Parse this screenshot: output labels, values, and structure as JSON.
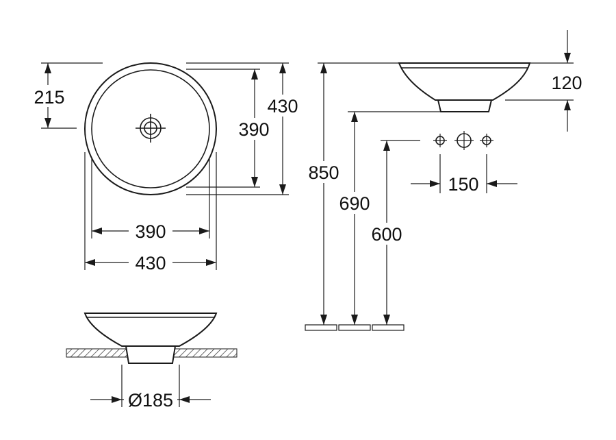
{
  "drawing": {
    "top_view": {
      "height_from_edge_to_drain": "215",
      "inner_height": "390",
      "outer_height": "430",
      "inner_width": "390",
      "outer_width": "430"
    },
    "side_view": {
      "bowl_height": "120",
      "rim_height": "850",
      "drain_height": "690",
      "tap_height": "600",
      "tap_spacing": "150"
    },
    "section_view": {
      "foot_diameter": "Ø185"
    }
  }
}
